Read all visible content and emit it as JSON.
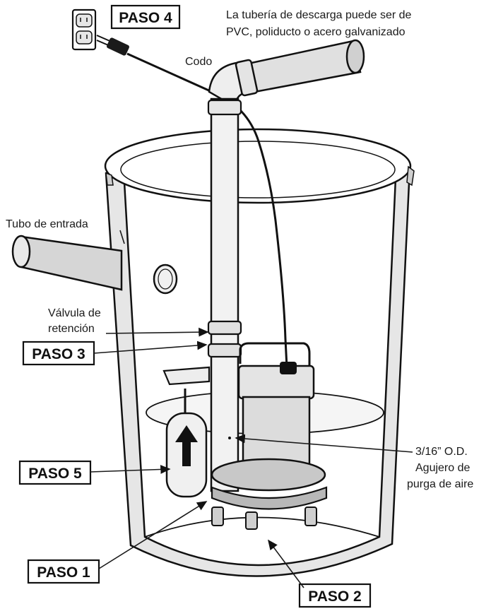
{
  "labels": {
    "discharge_line1": "La tubería de descarga puede ser de",
    "discharge_line2": "PVC, poliducto o acero galvanizado",
    "elbow": "Codo",
    "inlet": "Tubo de entrada",
    "check_valve_line1": "Válvula de",
    "check_valve_line2": "retención",
    "vent_line1": "3/16” O.D.",
    "vent_line2": "Agujero de",
    "vent_line3": "purga de aire"
  },
  "steps": {
    "step1": "PASO 1",
    "step2": "PASO 2",
    "step3": "PASO 3",
    "step4": "PASO 4",
    "step5": "PASO 5"
  },
  "colors": {
    "ink": "#111111",
    "fill_light": "#f2f2f2",
    "fill_mid": "#d9d9d9",
    "fill_dark": "#bdbdbd"
  }
}
